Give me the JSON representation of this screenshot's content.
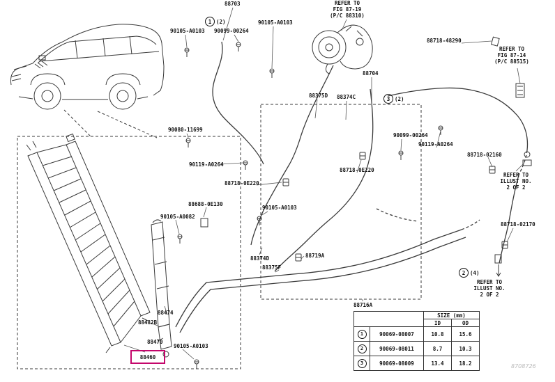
{
  "highlight_color": "#c4066b",
  "watermark": "8708726",
  "parts": {
    "p88703": "88703",
    "p88704": "88704",
    "p90105_a0103": "90105-A0103",
    "p90099_00264": "90099-00264",
    "p90105_a0082": "90105-A0082",
    "p90119_a0264": "90119-A0264",
    "p90080_11699": "90080-11699",
    "p88718_48290": "88718-48290",
    "p88718_02160": "88718-02160",
    "p88718_02170": "88718-02170",
    "p88718_0e220": "88718-0E220",
    "p88688_0e130": "88688-0E130",
    "p88375d": "88375D",
    "p88374c": "88374C",
    "p88374d": "88374D",
    "p88375f": "88375F",
    "p88719a": "88719A",
    "p88716a": "88716A",
    "p88474": "88474",
    "p88482b": "88482B",
    "p88470": "88470",
    "p88460": "88460"
  },
  "refs": {
    "fig8719": {
      "l1": "REFER TO",
      "l2": "FIG 87-19",
      "l3": "(P/C 88310)"
    },
    "fig8714": {
      "l1": "REFER TO",
      "l2": "FIG 87-14",
      "l3": "(P/C 88515)"
    },
    "illust": {
      "l1": "REFER TO",
      "l2": "ILLUST NO.",
      "l3": "2 OF 2"
    }
  },
  "callouts": {
    "c1": {
      "num": "1",
      "qty": "(2)"
    },
    "c2": {
      "num": "2",
      "qty": "(4)"
    },
    "c3": {
      "num": "3",
      "qty": "(2)"
    }
  },
  "table": {
    "size_header": "SIZE (mm)",
    "id_header": "ID",
    "od_header": "OD",
    "rows": [
      {
        "num": "1",
        "part": "90069-08007",
        "id": "10.8",
        "od": "15.6"
      },
      {
        "num": "2",
        "part": "90069-08011",
        "id": "8.7",
        "od": "10.3"
      },
      {
        "num": "3",
        "part": "90069-08009",
        "id": "13.4",
        "od": "18.2"
      }
    ]
  }
}
